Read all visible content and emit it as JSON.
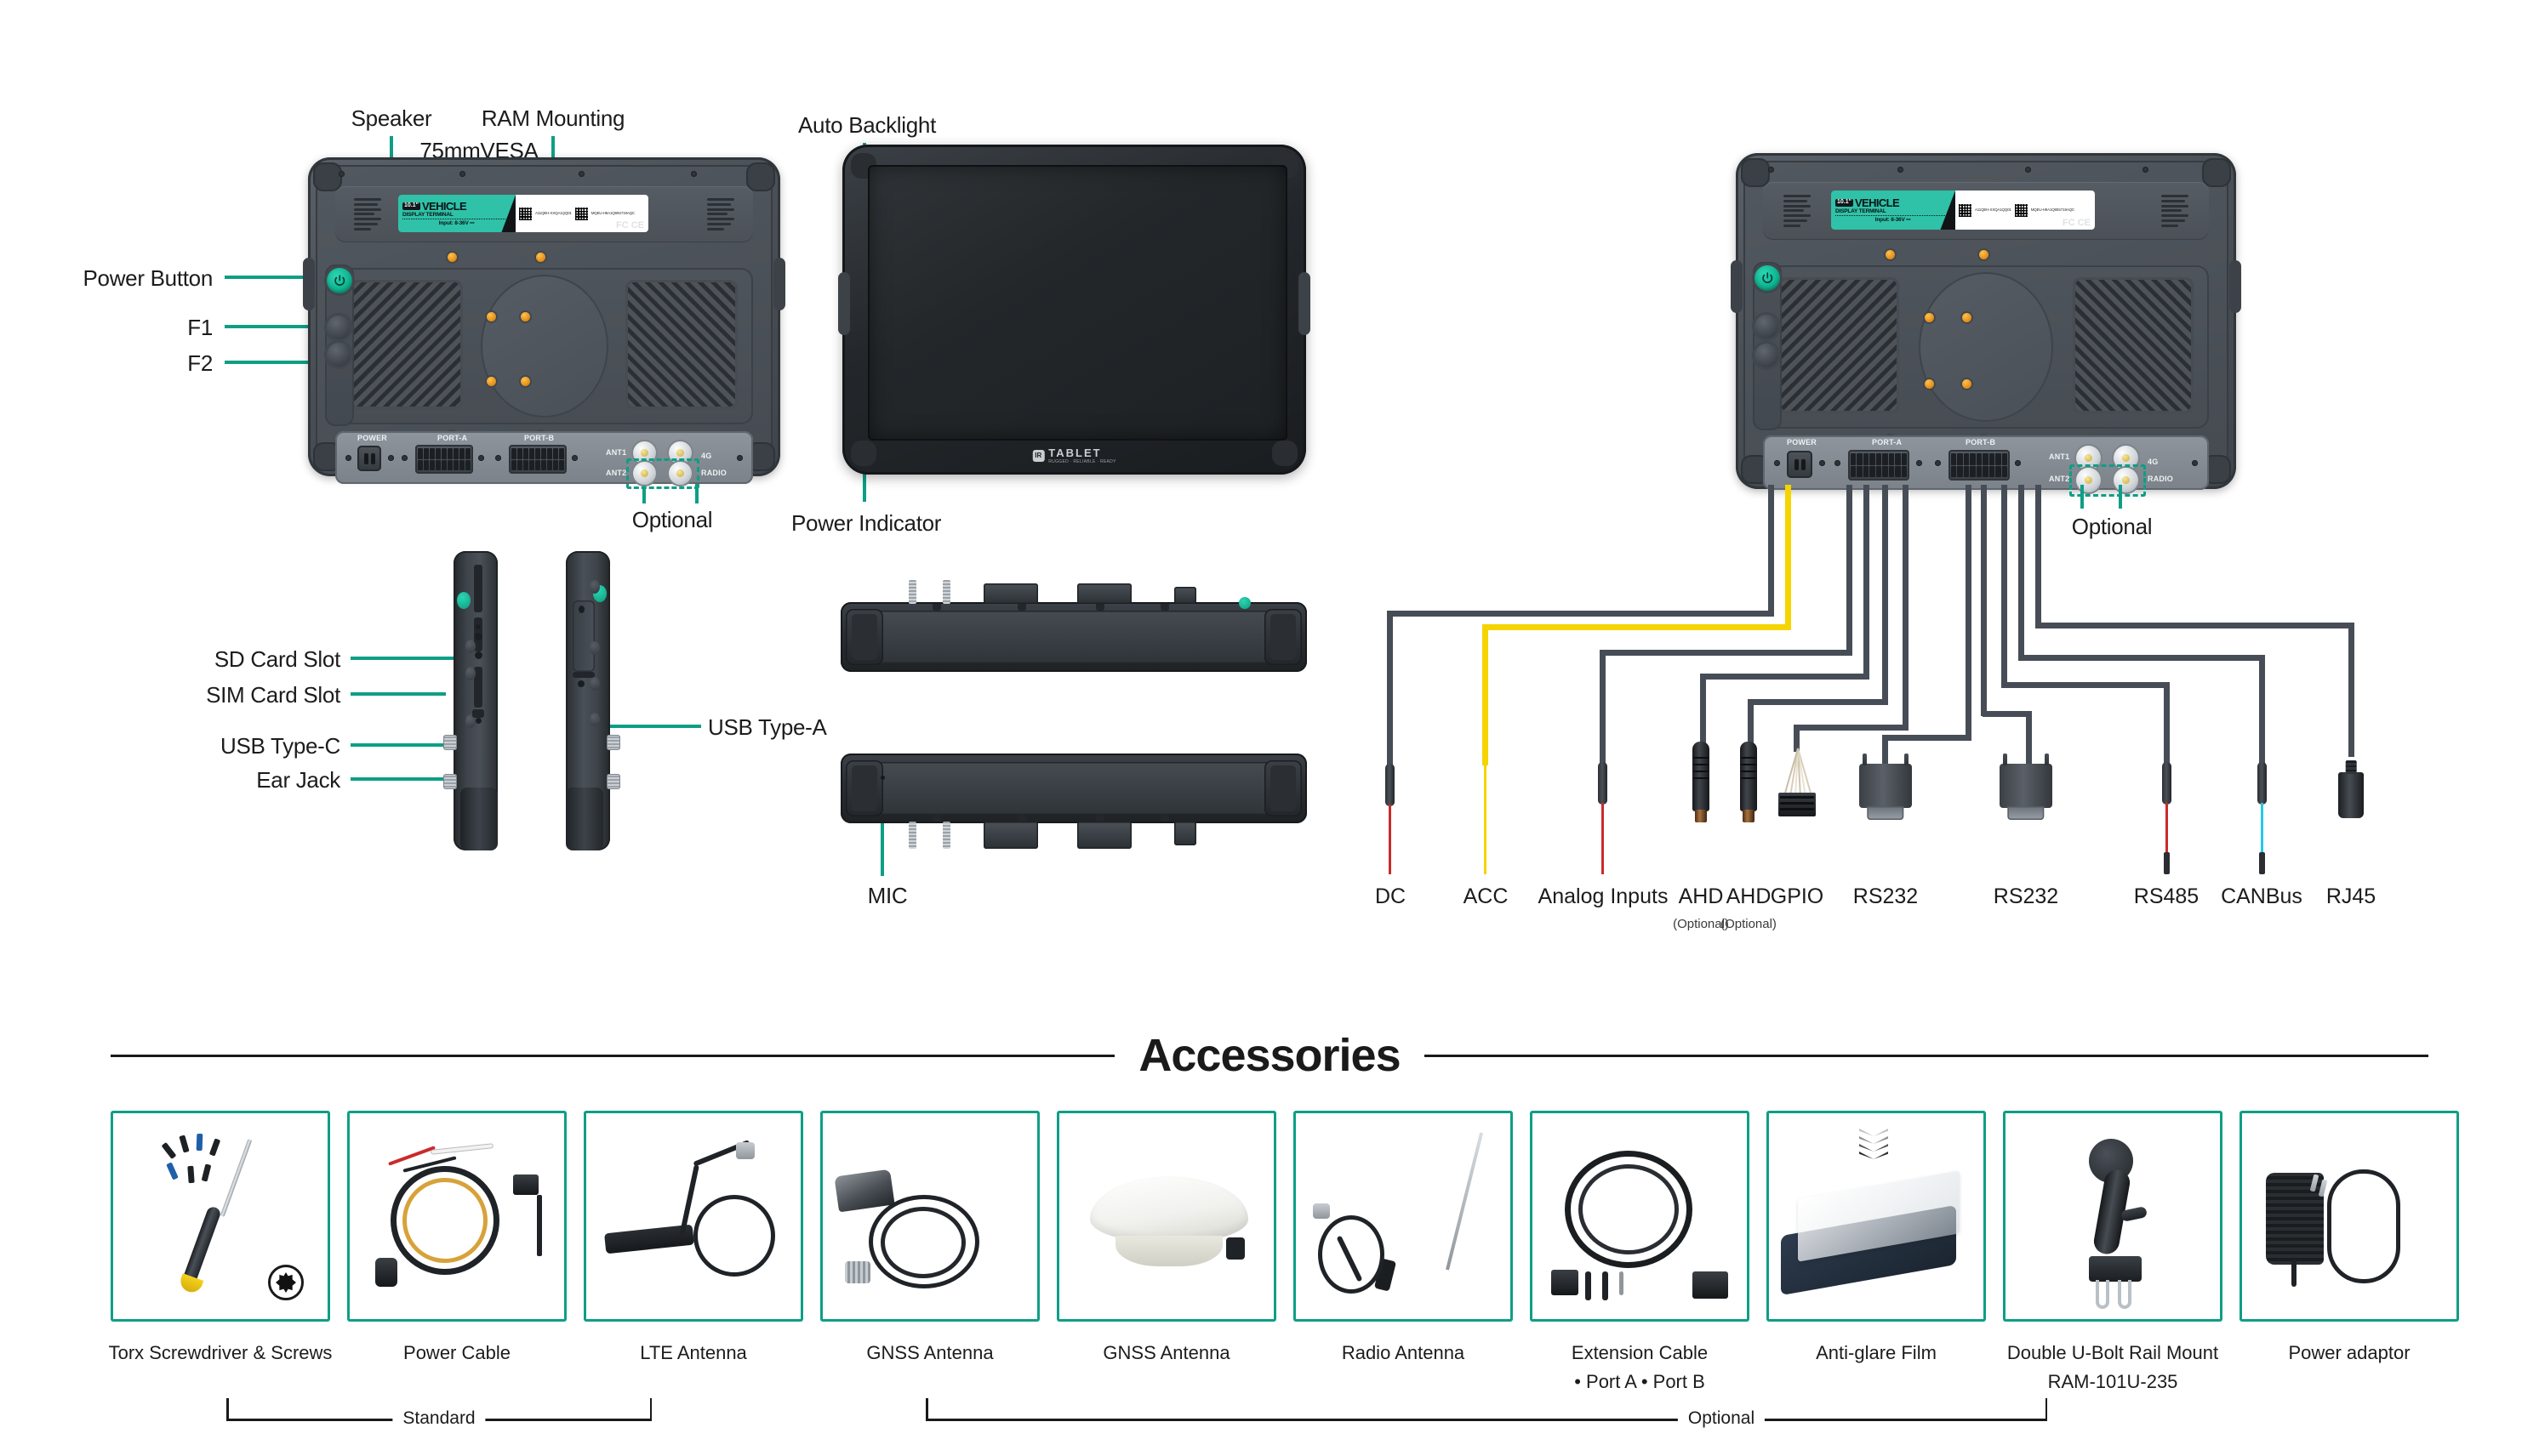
{
  "product": {
    "label_size": "10.1\"",
    "label_title": "VEHICLE",
    "label_subtitle": "DISPLAY TERMINAL",
    "label_input": "Input: 8-36V ⎓",
    "label_code_1": "A11QEH-XXQA1QQ01",
    "label_code_2": "MQEU-H9A1Q90S719AQC",
    "certs": "FC CE",
    "front_logo_mark": "IR",
    "front_logo_word": "TABLET",
    "front_logo_tagline": "RUGGED · RELIABLE · READY"
  },
  "rear_annotations": {
    "speaker": "Speaker",
    "vesa": "75mmVESA",
    "ram_mounting": "RAM Mounting",
    "power_button": "Power Button",
    "f1": "F1",
    "f2": "F2",
    "optional": "Optional"
  },
  "front_annotations": {
    "auto_backlight": "Auto Backlight",
    "power_indicator": "Power Indicator"
  },
  "side_annotations": {
    "sd_card": "SD Card Slot",
    "sim_card": "SIM Card Slot",
    "usb_c": "USB Type-C",
    "ear_jack": "Ear Jack",
    "usb_a": "USB Type-A"
  },
  "edge_annotations": {
    "mic": "MIC"
  },
  "io_ports": {
    "power": "POWER",
    "port_a": "PORT-A",
    "port_b": "PORT-B",
    "ant1": "ANT1",
    "ant2": "ANT2",
    "lte": "4G",
    "radio": "RADIO",
    "optional": "Optional"
  },
  "cables": [
    {
      "name": "DC",
      "sub": "",
      "color": "#474d56",
      "tip": "#c92b2b"
    },
    {
      "name": "ACC",
      "sub": "",
      "color": "#f5d400",
      "tip": "#f5d400"
    },
    {
      "name": "Analog Inputs",
      "sub": "",
      "color": "#474d56",
      "tip": "#c92b2b"
    },
    {
      "name": "AHD",
      "sub": "(Optional)",
      "color": "#474d56",
      "tip": "#a9713c"
    },
    {
      "name": "AHD",
      "sub": "(Optional)",
      "color": "#474d56",
      "tip": "#a9713c"
    },
    {
      "name": "GPIO",
      "sub": "",
      "color": "#474d56",
      "tip": "#d9cdb8"
    },
    {
      "name": "RS232",
      "sub": "",
      "color": "#474d56",
      "tip": "#9aa1a7"
    },
    {
      "name": "RS232",
      "sub": "",
      "color": "#474d56",
      "tip": "#9aa1a7"
    },
    {
      "name": "RS485",
      "sub": "",
      "color": "#474d56",
      "tip": "#c92b2b"
    },
    {
      "name": "CANBus",
      "sub": "",
      "color": "#474d56",
      "tip": "#24c8e8"
    },
    {
      "name": "RJ45",
      "sub": "",
      "color": "#474d56",
      "tip": "#2a2e33"
    }
  ],
  "accessories_section": {
    "title": "Accessories",
    "group_standard": "Standard",
    "group_optional": "Optional"
  },
  "accessories": [
    {
      "label": "Torx Screwdriver & Screws",
      "label2": "",
      "group": "standard"
    },
    {
      "label": "Power Cable",
      "label2": "",
      "group": "standard"
    },
    {
      "label": "LTE Antenna",
      "label2": "",
      "group": "standard"
    },
    {
      "label": "GNSS Antenna",
      "label2": "",
      "group": "optional"
    },
    {
      "label": "GNSS Antenna",
      "label2": "",
      "group": "optional"
    },
    {
      "label": "Radio Antenna",
      "label2": "",
      "group": "optional"
    },
    {
      "label": "Extension Cable",
      "label2": "• Port A  • Port B",
      "group": "optional"
    },
    {
      "label": "Anti-glare Film",
      "label2": "",
      "group": "optional"
    },
    {
      "label": "Double U-Bolt Rail Mount",
      "label2": "RAM-101U-235",
      "group": "optional"
    },
    {
      "label": "Power adaptor",
      "label2": "",
      "group": "none"
    }
  ],
  "colors": {
    "accent_teal": "#0e9e86",
    "power_green": "#0fb28f",
    "label_teal": "#2fc2a8",
    "wire_dark": "#474d56",
    "wire_yellow": "#f5d400",
    "text": "#1c1c1c"
  }
}
